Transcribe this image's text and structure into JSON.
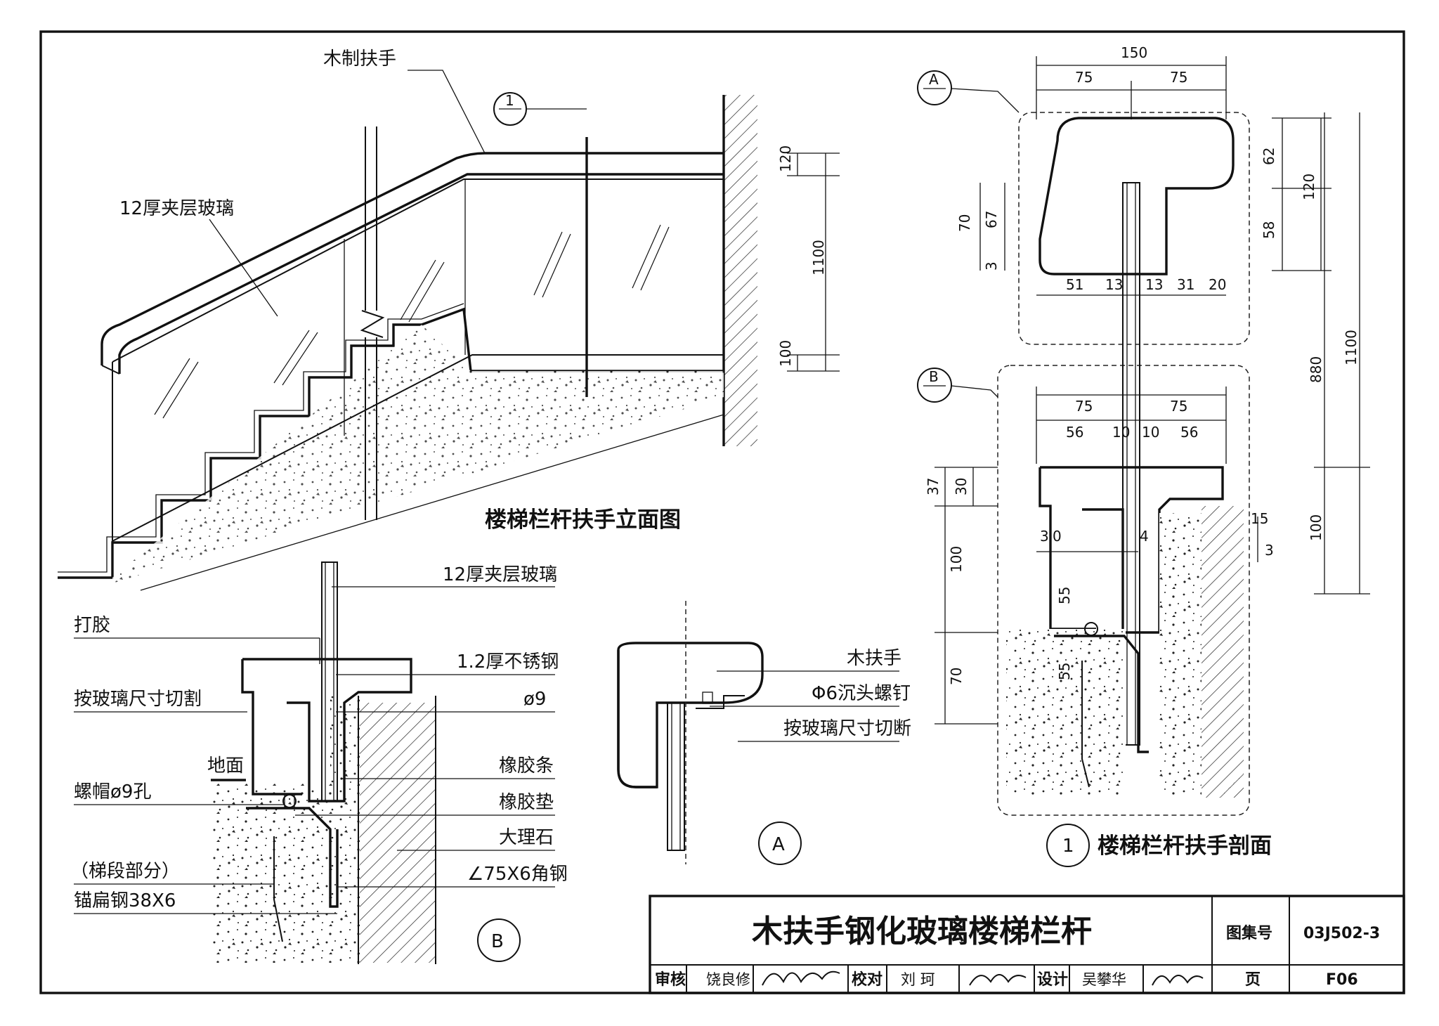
{
  "elevation": {
    "handrail_label": "木制扶手",
    "glass_label": "12厚夹层玻璃",
    "callout_number": "1",
    "dim_top": "120",
    "dim_total": "1100",
    "dim_bottom": "100",
    "title": "楼梯栏杆扶手立面图"
  },
  "detail_b": {
    "glass": "12厚夹层玻璃",
    "sealant": "打胶",
    "stainless": "1.2厚不锈钢",
    "cut_to_glass": "按玻璃尺寸切割",
    "dia9": "ø9",
    "floor": "地面",
    "nut_hole": "螺帽ø9孔",
    "rubber_strip": "橡胶条",
    "rubber_pad": "橡胶垫",
    "marble": "大理石",
    "stair_part": "（梯段部分）",
    "anchor_steel": "锚扁钢38X6",
    "angle_steel": "∠75X6角钢",
    "callout": "B"
  },
  "detail_a": {
    "wood_handrail": "木扶手",
    "screw": "Φ6沉头螺钉",
    "cut_off": "按玻璃尺寸切断",
    "callout": "A"
  },
  "section": {
    "callout_a": "A",
    "callout_b": "B",
    "a_dims": {
      "w150": "150",
      "w75a": "75",
      "w75b": "75",
      "h62": "62",
      "h58": "58",
      "h120": "120",
      "h70": "70",
      "h67": "67",
      "h3": "3",
      "b51": "51",
      "b13a": "13",
      "b13b": "13",
      "b31": "31",
      "b20": "20"
    },
    "b_dims": {
      "w75a": "75",
      "w75b": "75",
      "w56a": "56",
      "w10a": "10",
      "w10b": "10",
      "w56b": "56",
      "h37": "37",
      "h30": "30",
      "s3": "3",
      "s0": "0",
      "s4": "4",
      "h100": "100",
      "h55a": "55",
      "h70": "70",
      "h55b": "55",
      "s15": "15",
      "s3b": "3"
    },
    "overall": {
      "h880": "880",
      "h1100": "1100",
      "h100": "100"
    },
    "callout_number": "1",
    "title": "楼梯栏杆扶手剖面"
  },
  "title_block": {
    "drawing_title": "木扶手钢化玻璃楼梯栏杆",
    "atlas_label": "图集号",
    "atlas_number": "03J502-3",
    "review_label": "审核",
    "reviewer": "饶良修",
    "check_label": "校对",
    "checker": "刘 珂",
    "design_label": "设计",
    "designer": "吴攀华",
    "page_label": "页",
    "page_number": "F06"
  }
}
